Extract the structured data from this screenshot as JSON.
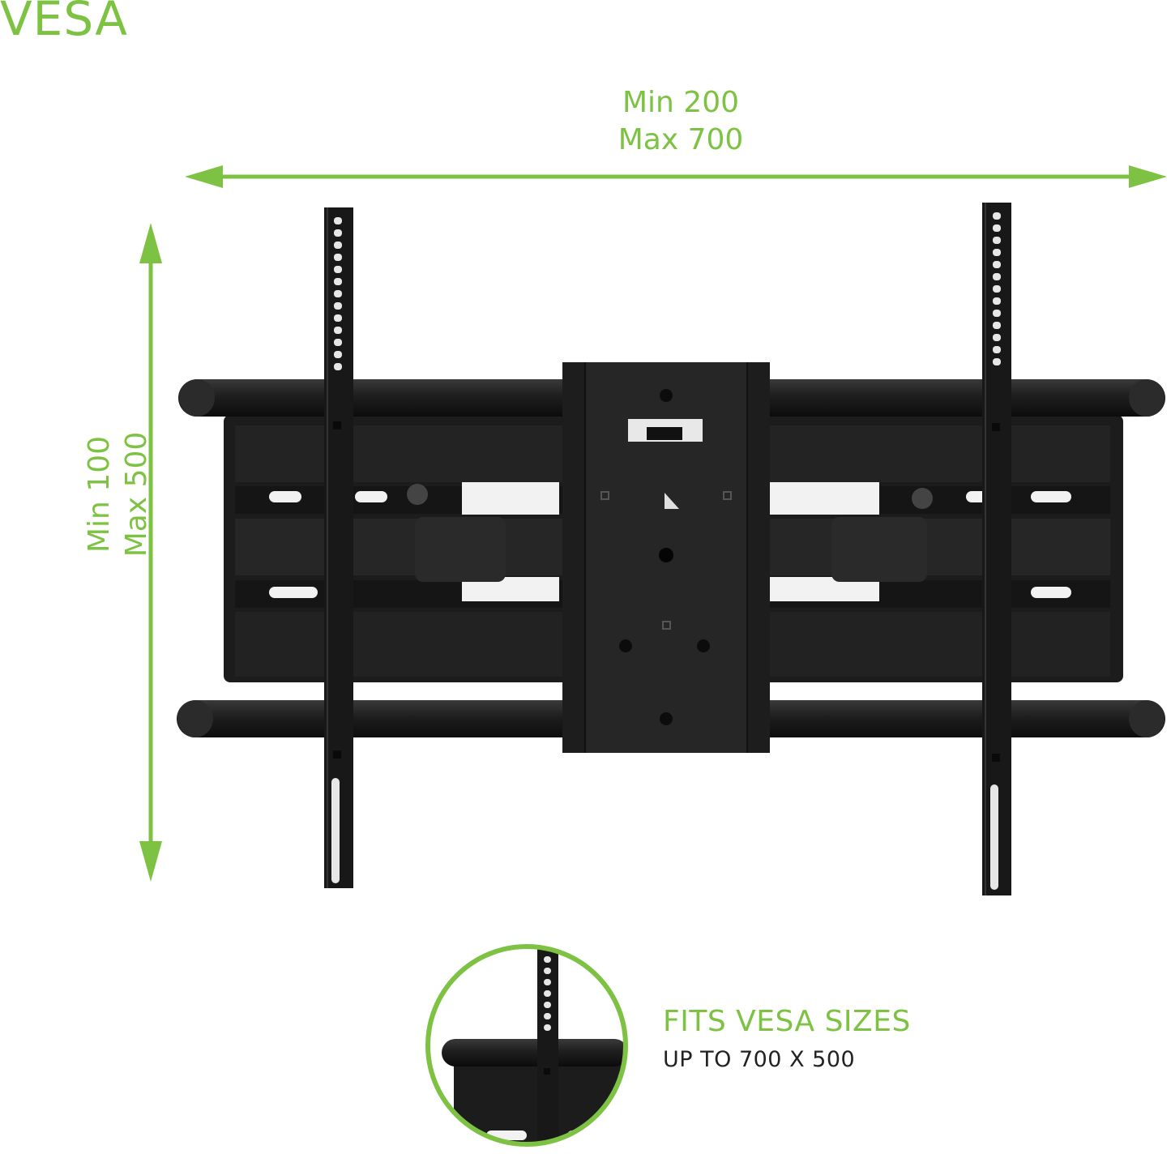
{
  "title": "VESA",
  "width_dimension": {
    "min": "Min 200",
    "max": "Max 700"
  },
  "height_dimension": {
    "min": "Min 100",
    "max": "Max 500"
  },
  "callout": {
    "title": "FITS VESA SIZES",
    "subtitle": "UP TO 700 X 500"
  },
  "colors": {
    "accent": "#7dc242",
    "mount": "#1a1a1a",
    "text": "#222222"
  }
}
